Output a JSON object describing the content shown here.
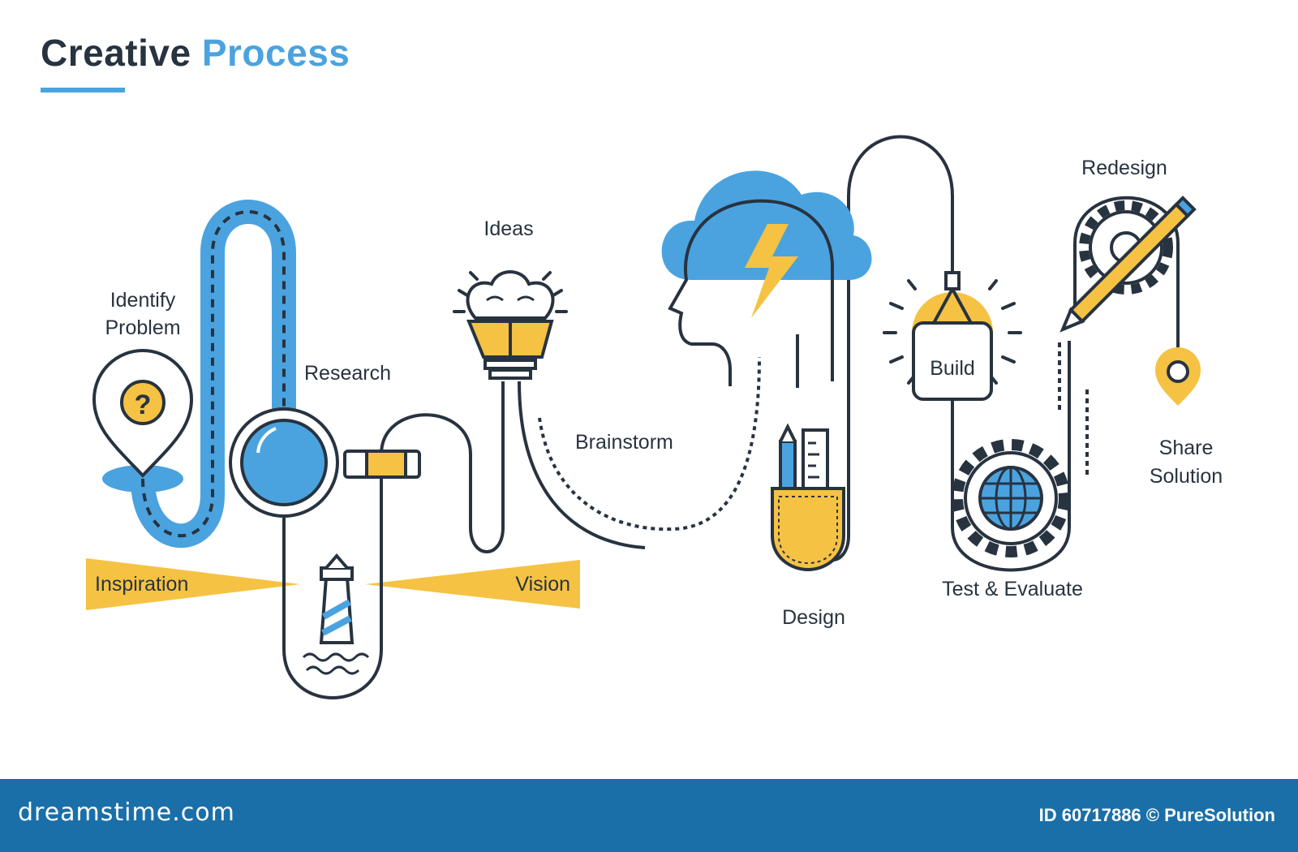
{
  "title": {
    "part1": "Creative",
    "part2": "Process"
  },
  "labels": {
    "identify_line1": "Identify",
    "identify_line2": "Problem",
    "research": "Research",
    "ideas": "Ideas",
    "brainstorm": "Brainstorm",
    "inspiration": "Inspiration",
    "vision": "Vision",
    "design": "Design",
    "build": "Build",
    "test_evaluate": "Test & Evaluate",
    "redesign": "Redesign",
    "share_line1": "Share",
    "share_line2": "Solution",
    "question_mark": "?"
  },
  "footer": {
    "brand": "dreamstime.com",
    "id_text": "ID 60717886 © PureSolution"
  },
  "colors": {
    "dark": "#283340",
    "blue": "#4aa3df",
    "yellow": "#f6c243",
    "footer": "#1a6fa8"
  }
}
